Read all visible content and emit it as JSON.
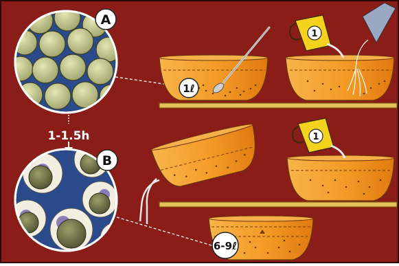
{
  "illustration": {
    "panel_labels": {
      "a": "A",
      "b": "B"
    },
    "duration_label": "1-1.5h",
    "water_amounts": {
      "first_bowl": "1ℓ",
      "cup_top": "1",
      "cup_middle": "1",
      "final_bowl": "6-9ℓ"
    }
  },
  "colors": {
    "background": "#8a1d18",
    "shelf": "#e3c15a",
    "bowl": "#f39a26",
    "cup": "#f5d21e",
    "grain": "#c9c98e",
    "magnifier_bg": "#2b4a8c",
    "water": "#e8e8e8"
  },
  "icons": [
    "magnifier-circle-a",
    "magnifier-circle-b",
    "spoon-icon",
    "cup-icon",
    "hand-icon",
    "arrow-down-icon"
  ]
}
